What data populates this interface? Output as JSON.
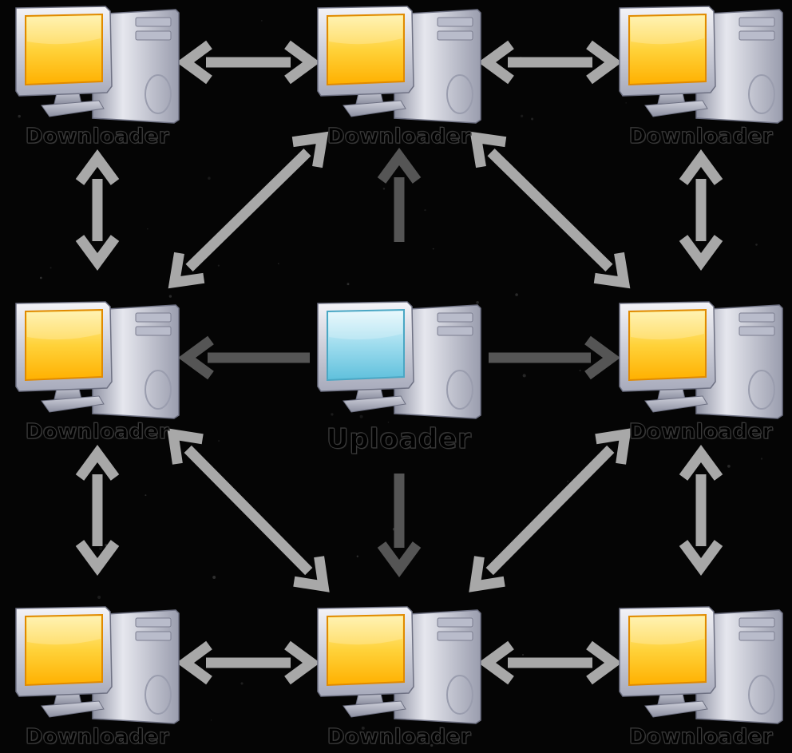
{
  "colors": {
    "background": "#050505",
    "peer_arrow": "#a8a8a8",
    "upload_arrow": "#555555",
    "downloader_screen": "#ffc21a",
    "uploader_screen": "#7fd0e6",
    "case": "#c9cbd6"
  },
  "nodes": [
    {
      "id": "top-left",
      "role": "downloader",
      "label": "Downloader"
    },
    {
      "id": "top-center",
      "role": "downloader",
      "label": "Downloader"
    },
    {
      "id": "top-right",
      "role": "downloader",
      "label": "Downloader"
    },
    {
      "id": "middle-left",
      "role": "downloader",
      "label": "Downloader"
    },
    {
      "id": "center",
      "role": "uploader",
      "label": "Uploader"
    },
    {
      "id": "middle-right",
      "role": "downloader",
      "label": "Downloader"
    },
    {
      "id": "bottom-left",
      "role": "downloader",
      "label": "Downloader"
    },
    {
      "id": "bottom-center",
      "role": "downloader",
      "label": "Downloader"
    },
    {
      "id": "bottom-right",
      "role": "downloader",
      "label": "Downloader"
    }
  ],
  "edges": [
    {
      "from": "top-left",
      "to": "top-center",
      "kind": "peer"
    },
    {
      "from": "top-center",
      "to": "top-right",
      "kind": "peer"
    },
    {
      "from": "bottom-left",
      "to": "bottom-center",
      "kind": "peer"
    },
    {
      "from": "bottom-center",
      "to": "bottom-right",
      "kind": "peer"
    },
    {
      "from": "top-left",
      "to": "middle-left",
      "kind": "peer"
    },
    {
      "from": "middle-left",
      "to": "bottom-left",
      "kind": "peer"
    },
    {
      "from": "top-right",
      "to": "middle-right",
      "kind": "peer"
    },
    {
      "from": "middle-right",
      "to": "bottom-right",
      "kind": "peer"
    },
    {
      "from": "middle-left",
      "to": "top-center",
      "kind": "peer"
    },
    {
      "from": "top-center",
      "to": "middle-right",
      "kind": "peer"
    },
    {
      "from": "middle-left",
      "to": "bottom-center",
      "kind": "peer"
    },
    {
      "from": "bottom-center",
      "to": "middle-right",
      "kind": "peer"
    },
    {
      "from": "center",
      "to": "top-center",
      "kind": "upload"
    },
    {
      "from": "center",
      "to": "middle-left",
      "kind": "upload"
    },
    {
      "from": "center",
      "to": "middle-right",
      "kind": "upload"
    },
    {
      "from": "center",
      "to": "bottom-center",
      "kind": "upload"
    }
  ]
}
